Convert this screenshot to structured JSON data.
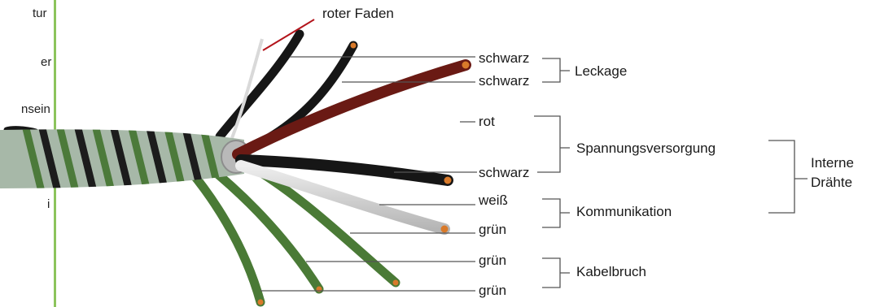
{
  "left_fragments": [
    "tur",
    "er",
    "nsein",
    "i"
  ],
  "labels": {
    "red_thread": "roter Faden",
    "black_1": "schwarz",
    "black_2": "schwarz",
    "red": "rot",
    "black_3": "schwarz",
    "white": "weiß",
    "green_1": "grün",
    "green_2": "grün",
    "green_3": "grün"
  },
  "groups": {
    "leakage": "Leckage",
    "power_supply": "Spannungsversorgung",
    "communication": "Kommunikation",
    "cable_break": "Kabelbruch",
    "internal_wires_line1": "Interne",
    "internal_wires_line2": "Drähte"
  },
  "colors": {
    "divider": "#8cc45c",
    "sheath": "#a7b8a8",
    "spiral_green": "#4c7a3a",
    "spiral_black": "#1c1c1c",
    "wire_black": "#161616",
    "wire_red": "#6a1a14",
    "wire_white": "#cfcfcf",
    "wire_green": "#4a7a36",
    "copper": "#d97a2a",
    "leader_line": "#555555",
    "red_thread_line": "#b3141b"
  }
}
